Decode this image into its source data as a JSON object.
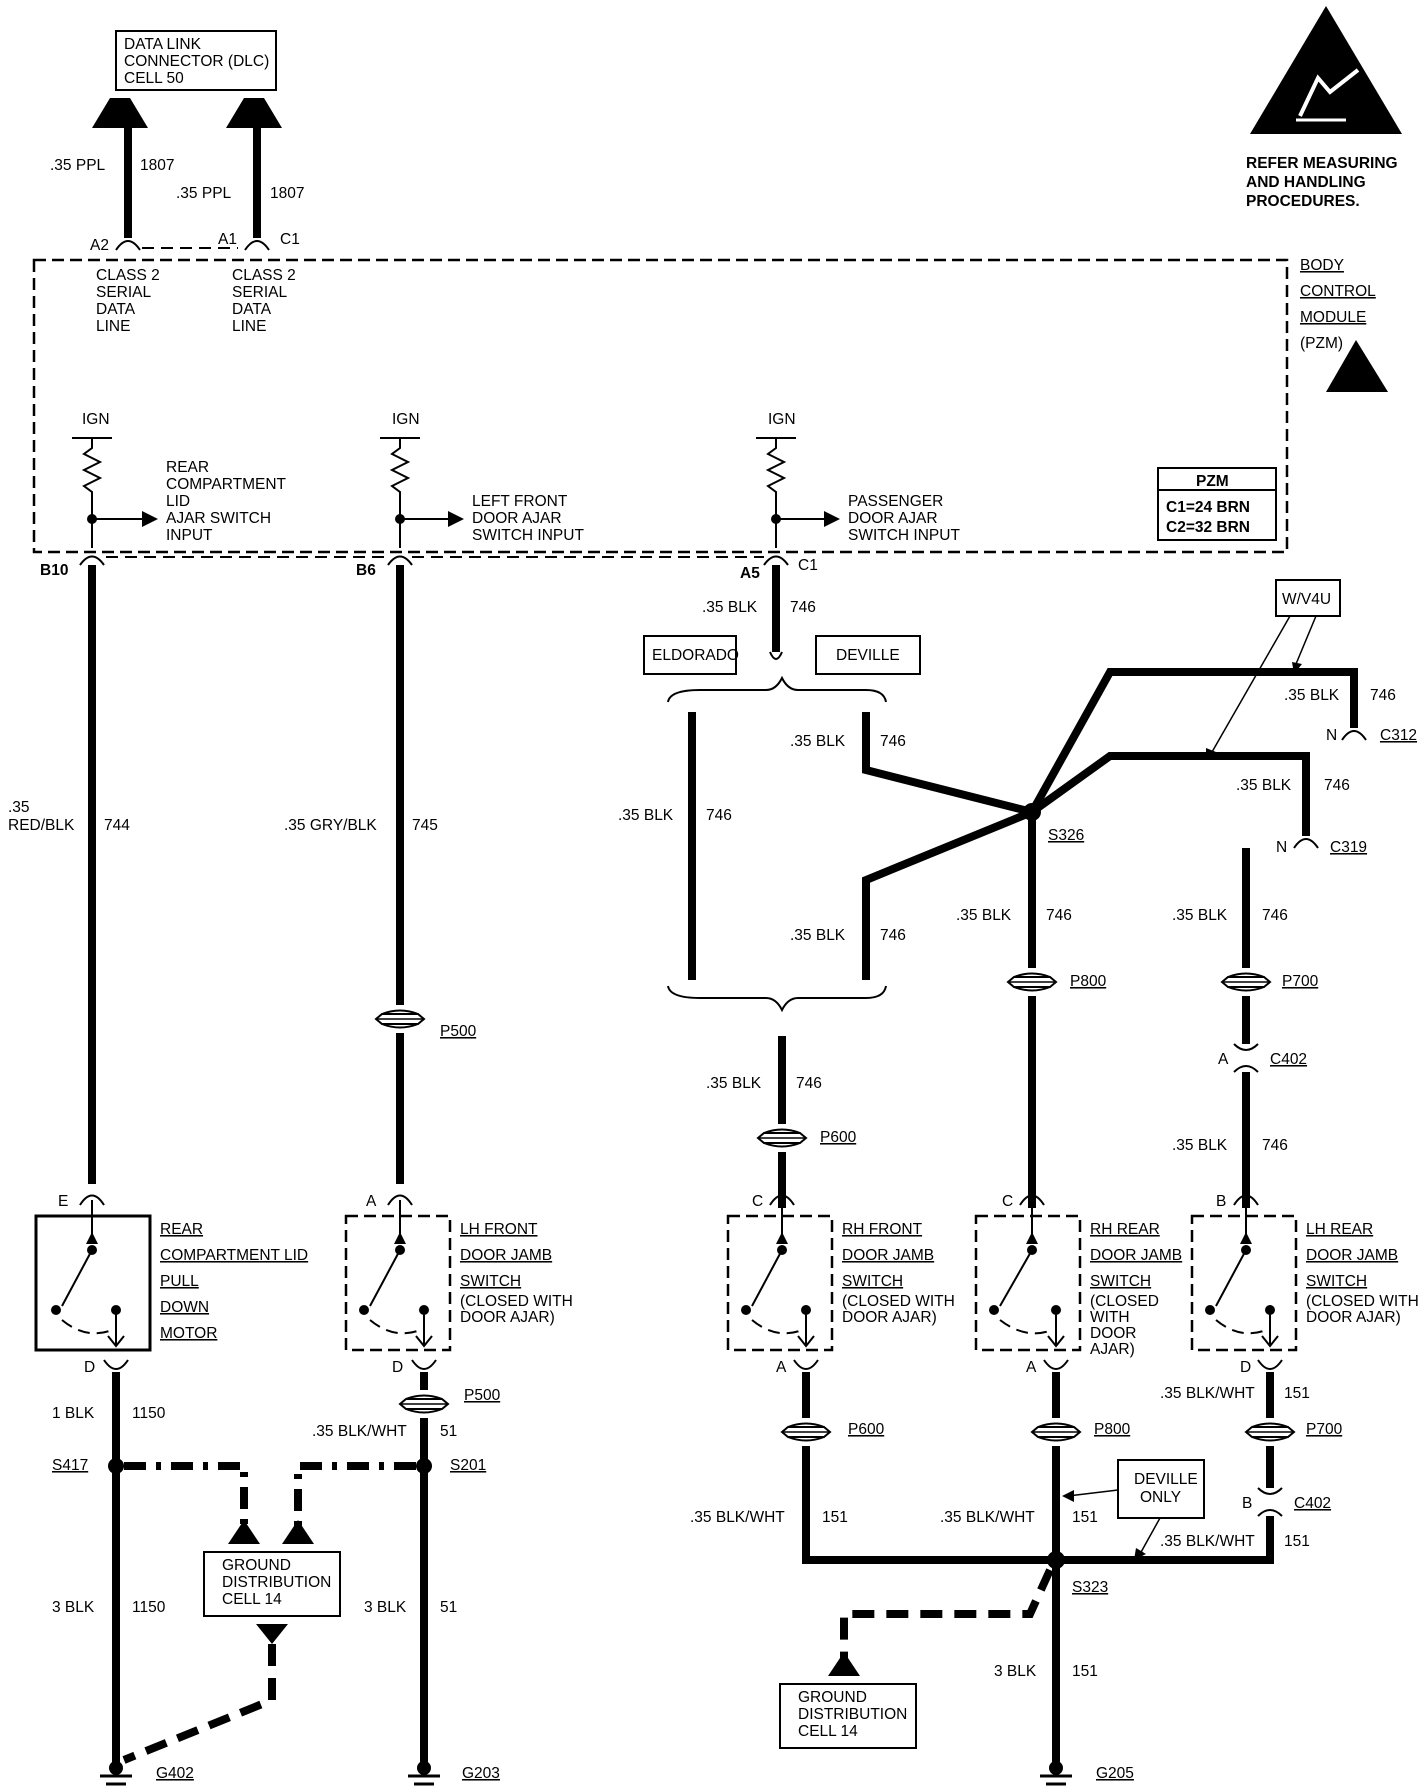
{
  "dlc_box": [
    "DATA LINK",
    "CONNECTOR (DLC)",
    "CELL 50"
  ],
  "esd_note": [
    "REFER MEASURING",
    "AND HANDLING",
    "PROCEDURES."
  ],
  "bcm_label": [
    "BODY",
    "CONTROL",
    "MODULE",
    "(PZM)"
  ],
  "pzm_table": {
    "title": "PZM",
    "rows": [
      "C1=24 BRN",
      "C2=32 BRN"
    ]
  },
  "serial_lines": [
    {
      "gauge": ".35 PPL",
      "circuit": "1807",
      "pin": "A2",
      "label": [
        "CLASS 2",
        "SERIAL",
        "DATA",
        "LINE"
      ]
    },
    {
      "gauge": ".35 PPL",
      "circuit": "1807",
      "pin": "A1",
      "conn": "C1",
      "label": [
        "CLASS 2",
        "SERIAL",
        "DATA",
        "LINE"
      ]
    }
  ],
  "inputs": [
    {
      "ign": "IGN",
      "label": [
        "REAR",
        "COMPARTMENT",
        "LID",
        "AJAR SWITCH",
        "INPUT"
      ],
      "pin": "B10"
    },
    {
      "ign": "IGN",
      "label": [
        "LEFT FRONT",
        "DOOR AJAR",
        "SWITCH INPUT"
      ],
      "pin": "B6"
    },
    {
      "ign": "IGN",
      "label": [
        "PASSENGER",
        "DOOR AJAR",
        "SWITCH INPUT"
      ],
      "pin": "A5",
      "conn": "C1"
    }
  ],
  "option_boxes": {
    "eldorado": "ELDORADO",
    "deville": "DEVILLE",
    "v4u": "W/V4U",
    "deville_only": [
      "DEVILLE",
      "ONLY"
    ]
  },
  "wire_labels": {
    "w744": [
      ".35",
      "RED/BLK",
      "744"
    ],
    "w745": [
      ".35 GRY/BLK",
      "745"
    ],
    "w746": [
      ".35 BLK",
      "746"
    ],
    "w51": [
      ".35 BLK/WHT",
      "51"
    ],
    "w151": [
      ".35 BLK/WHT",
      "151"
    ],
    "w1150a": [
      "1 BLK",
      "1150"
    ],
    "w1150b": [
      "3 BLK",
      "1150"
    ],
    "w51b": [
      "3 BLK",
      "51"
    ],
    "w151b": [
      "3 BLK",
      "151"
    ]
  },
  "connectors": [
    "P500",
    "P600",
    "P700",
    "P800",
    "C402",
    "C312",
    "C319"
  ],
  "pins": {
    "a": "A",
    "b": "B",
    "c": "C",
    "d": "D",
    "e": "E",
    "n": "N"
  },
  "splices": [
    "S326",
    "S323",
    "S417",
    "S201"
  ],
  "grounds": [
    "G402",
    "G203",
    "G205"
  ],
  "ground_dist": [
    "GROUND",
    "DISTRIBUTION",
    "CELL 14"
  ],
  "switches": [
    {
      "name": [
        "REAR",
        "COMPARTMENT LID",
        "PULL",
        "DOWN",
        "MOTOR"
      ],
      "top": "E",
      "bottom": "D"
    },
    {
      "name": [
        "LH FRONT",
        "DOOR JAMB",
        "SWITCH",
        "(CLOSED WITH",
        "DOOR AJAR)"
      ],
      "top": "A",
      "bottom": "D"
    },
    {
      "name": [
        "RH FRONT",
        "DOOR JAMB",
        "SWITCH",
        "(CLOSED WITH",
        "DOOR AJAR)"
      ],
      "top": "C",
      "bottom": "A"
    },
    {
      "name": [
        "RH REAR",
        "DOOR JAMB",
        "SWITCH",
        "(CLOSED",
        "WITH",
        "DOOR",
        "AJAR)"
      ],
      "top": "C",
      "bottom": "A"
    },
    {
      "name": [
        "LH REAR",
        "DOOR JAMB",
        "SWITCH",
        "(CLOSED WITH",
        "DOOR AJAR)"
      ],
      "top": "B",
      "bottom": "D"
    }
  ]
}
